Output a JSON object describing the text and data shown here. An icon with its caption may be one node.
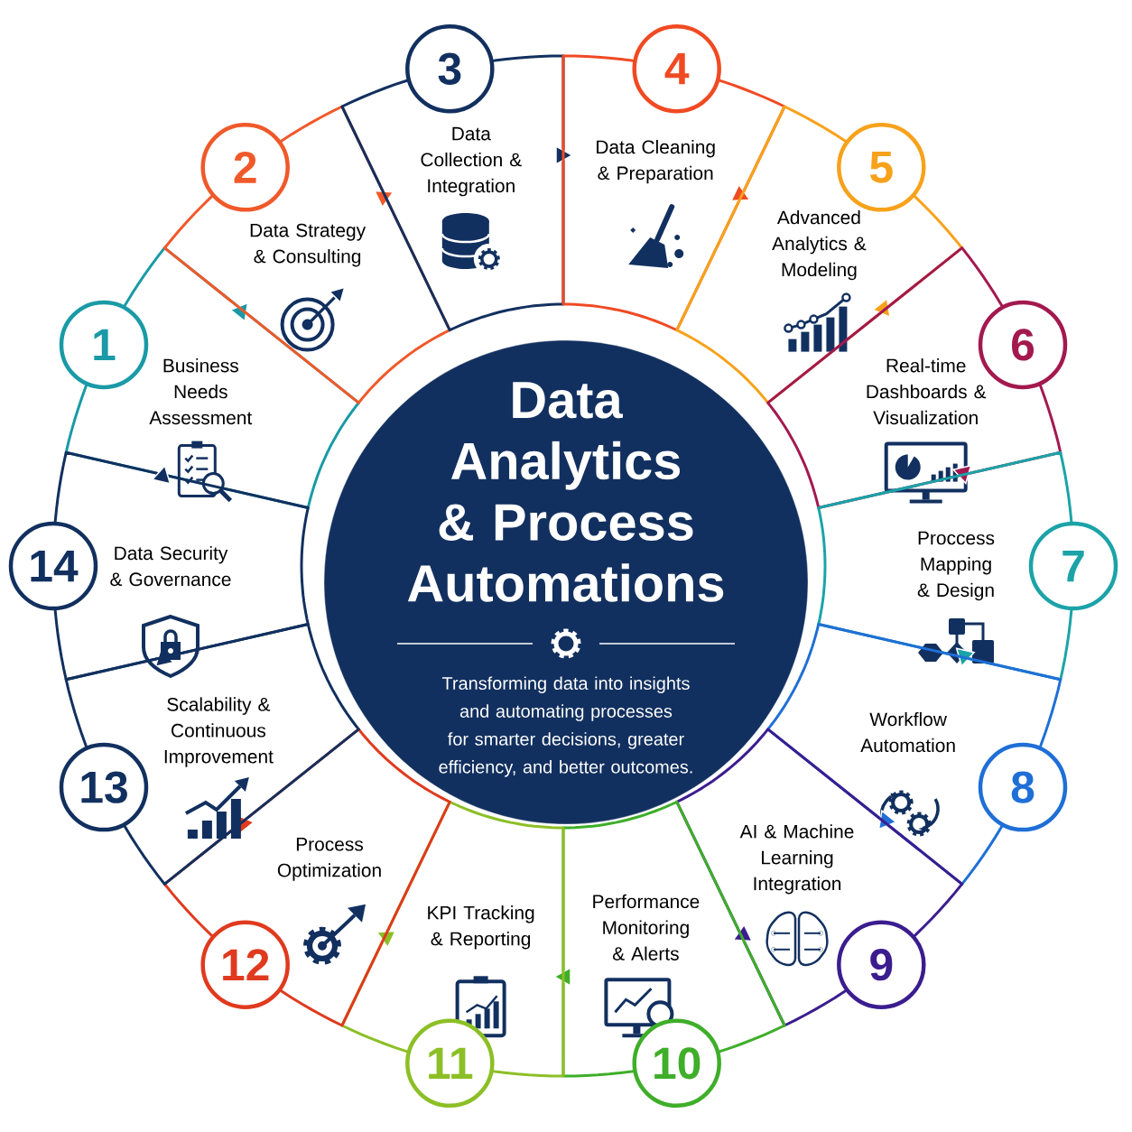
{
  "diagram": {
    "nodes": [
      {
        "text": [
          "Data Analytics & Process Automations",
          "Transforming data into insights and automating processes for smarter decisions, greater efficiency, and better outcomes."
        ]
      },
      {
        "text": [
          "Business Needs Assessment"
        ]
      },
      {
        "text": [
          "Data Strategy & Consulting"
        ]
      },
      {
        "text": [
          "Data Collection & Integration"
        ]
      },
      {
        "text": [
          "Data Cleaning & Preparation"
        ]
      },
      {
        "text": [
          "Advanced Analytics & Modeling"
        ]
      },
      {
        "text": [
          "Real-time Dashboards & Visualization"
        ]
      },
      {
        "text": [
          "Proccess Mapping & Design"
        ]
      },
      {
        "text": [
          "Workflow Automation"
        ]
      },
      {
        "text": [
          "AI & Machine Learning Integration"
        ]
      },
      {
        "text": [
          "Performance Monitoring & Alerts"
        ]
      },
      {
        "text": [
          "KPI Tracking & Reporting"
        ]
      },
      {
        "text": [
          "Process Optimization"
        ]
      },
      {
        "text": [
          "Scalability & Continuous Improvement"
        ]
      },
      {
        "text": [
          "Data Security & Governance"
        ]
      },
      {
        "text": [
          "1"
        ]
      },
      {
        "text": [
          "2"
        ]
      },
      {
        "text": [
          "3"
        ]
      },
      {
        "text": [
          "4"
        ]
      },
      {
        "text": [
          "5"
        ]
      },
      {
        "text": [
          "6"
        ]
      },
      {
        "text": [
          "7"
        ]
      },
      {
        "text": [
          "8"
        ]
      },
      {
        "text": [
          "9"
        ]
      },
      {
        "text": [
          "10"
        ]
      },
      {
        "text": [
          "11"
        ]
      },
      {
        "text": [
          "12"
        ]
      },
      {
        "text": [
          "13"
        ]
      },
      {
        "text": [
          "14"
        ]
      }
    ]
  }
}
